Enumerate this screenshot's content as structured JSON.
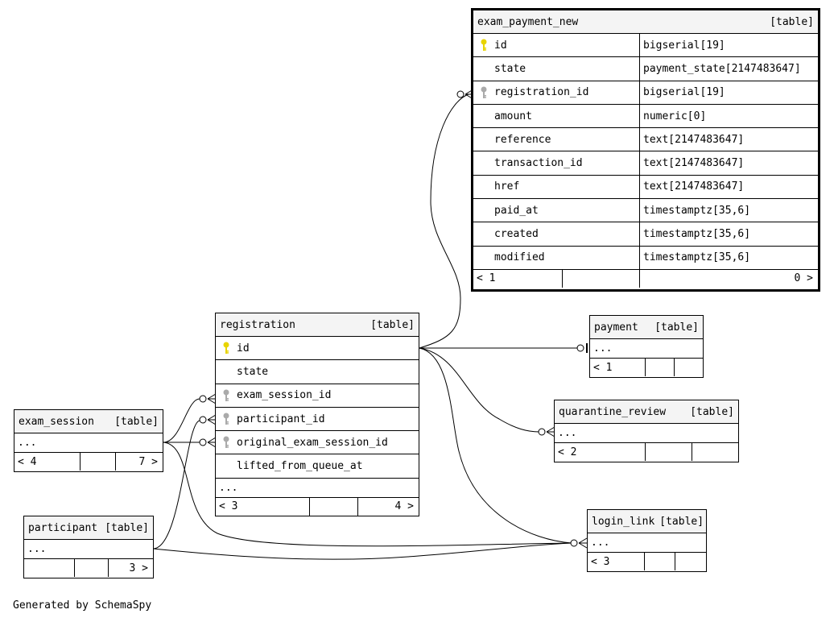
{
  "footer_text": "Generated by SchemaSpy",
  "colors": {
    "primary_key": "#e8d400",
    "foreign_key": "#aaaaaa",
    "header_bg": "#f4f4f4"
  },
  "tables": {
    "exam_payment_new": {
      "name": "exam_payment_new",
      "kind": "[table]",
      "columns": [
        {
          "name": "id",
          "type": "bigserial[19]",
          "key": "primary-key-icon"
        },
        {
          "name": "state",
          "type": "payment_state[2147483647]",
          "key": ""
        },
        {
          "name": "registration_id",
          "type": "bigserial[19]",
          "key": "foreign-key-icon"
        },
        {
          "name": "amount",
          "type": "numeric[0]",
          "key": ""
        },
        {
          "name": "reference",
          "type": "text[2147483647]",
          "key": ""
        },
        {
          "name": "transaction_id",
          "type": "text[2147483647]",
          "key": ""
        },
        {
          "name": "href",
          "type": "text[2147483647]",
          "key": ""
        },
        {
          "name": "paid_at",
          "type": "timestamptz[35,6]",
          "key": ""
        },
        {
          "name": "created",
          "type": "timestamptz[35,6]",
          "key": ""
        },
        {
          "name": "modified",
          "type": "timestamptz[35,6]",
          "key": ""
        }
      ],
      "footer_left": "< 1",
      "footer_right": "0 >"
    },
    "registration": {
      "name": "registration",
      "kind": "[table]",
      "columns": [
        {
          "name": "id",
          "key": "primary-key-icon"
        },
        {
          "name": "state",
          "key": ""
        },
        {
          "name": "exam_session_id",
          "key": "foreign-key-icon"
        },
        {
          "name": "participant_id",
          "key": "foreign-key-icon"
        },
        {
          "name": "original_exam_session_id",
          "key": "foreign-key-icon"
        },
        {
          "name": "lifted_from_queue_at",
          "key": ""
        }
      ],
      "ellipsis": "...",
      "footer_left": "< 3",
      "footer_right": "4 >"
    },
    "payment": {
      "name": "payment",
      "kind": "[table]",
      "ellipsis": "...",
      "footer_left": "< 1",
      "footer_right": ""
    },
    "quarantine_review": {
      "name": "quarantine_review",
      "kind": "[table]",
      "ellipsis": "...",
      "footer_left": "< 2",
      "footer_right": ""
    },
    "exam_session": {
      "name": "exam_session",
      "kind": "[table]",
      "ellipsis": "...",
      "footer_left": "< 4",
      "footer_right": "7 >"
    },
    "participant": {
      "name": "participant",
      "kind": "[table]",
      "ellipsis": "...",
      "footer_left": "",
      "footer_right": "3 >"
    },
    "login_link": {
      "name": "login_link",
      "kind": "[table]",
      "ellipsis": "...",
      "footer_left": "< 3",
      "footer_right": ""
    }
  }
}
